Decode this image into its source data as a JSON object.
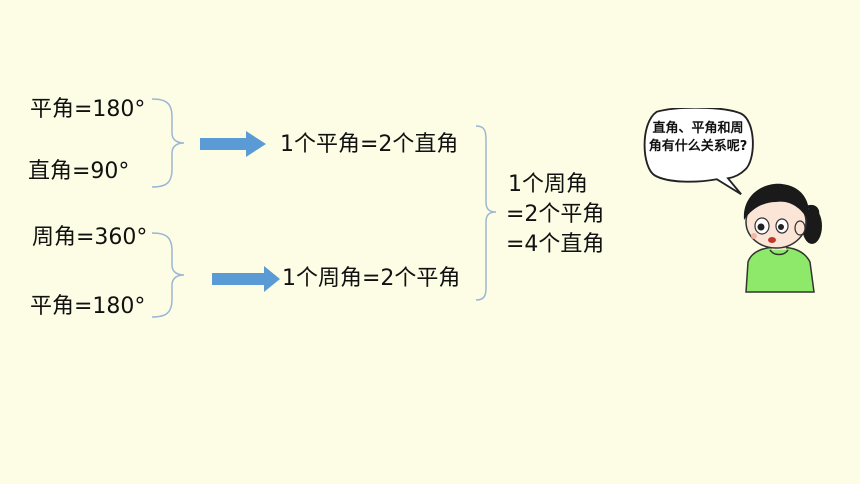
{
  "group_top": {
    "line1": "平角=180°",
    "line2": "直角=90°",
    "result": "1个平角=2个直角"
  },
  "group_bottom": {
    "line1": "周角=360°",
    "line2": "平角=180°",
    "result": "1个周角=2个平角"
  },
  "conclusion": {
    "line1": "1个周角",
    "line2": "=2个平角",
    "line3": "=4个直角"
  },
  "speech_bubble": {
    "text": "直角、平角和周角有什么关系呢?"
  },
  "colors": {
    "background": "#fdfde6",
    "arrow": "#5b9bd5",
    "brace": "#9bb7d4",
    "shirt": "#8ee86a"
  }
}
